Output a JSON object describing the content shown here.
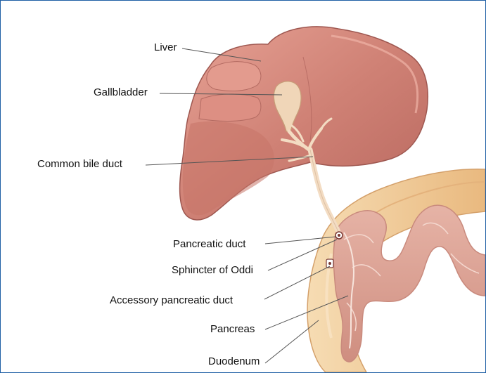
{
  "labels": {
    "liver": "Liver",
    "gallbladder": "Gallbladder",
    "common_bile_duct": "Common bile duct",
    "pancreatic_duct": "Pancreatic duct",
    "sphincter_of_oddi": "Sphincter of Oddi",
    "accessory_pancreatic_duct": "Accessory pancreatic duct",
    "pancreas": "Pancreas",
    "duodenum": "Duodenum"
  },
  "colors": {
    "frame_border": "#1f5fa5",
    "liver": "#c9786e",
    "liver_shadow": "#a85c55",
    "liver_highlight": "#e29b8f",
    "gallbladder": "#f0d6b8",
    "bile_duct": "#f3dcc3",
    "duodenum": "#eec895",
    "pancreas": "#dba092",
    "label_text": "#111111",
    "leader_line": "#555555"
  }
}
